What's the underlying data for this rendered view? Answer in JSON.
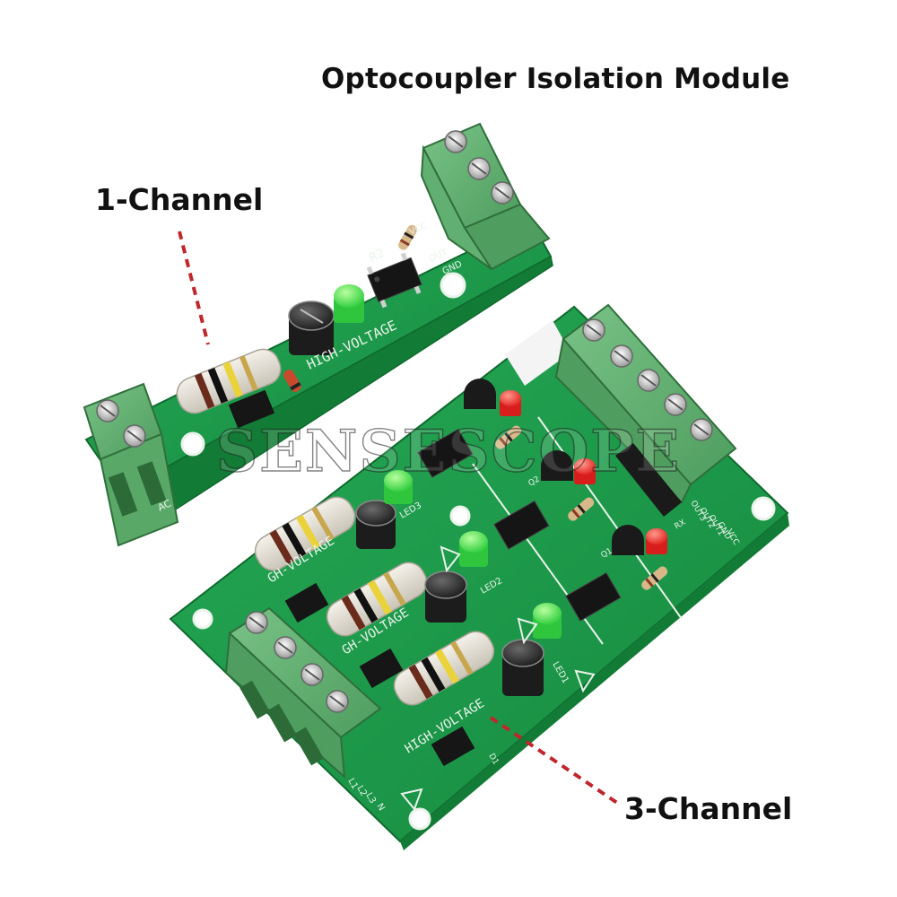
{
  "title": "Optocoupler Isolation Module",
  "labels": {
    "one_channel": "1-Channel",
    "three_channel": "3-Channel"
  },
  "watermark": "SENSESCOPE",
  "silkscreen": {
    "small_board": {
      "warning": "HIGH-VOLTAGE",
      "r2": "R2",
      "out": "OUT",
      "gnd": "GND",
      "vcc": "VCC",
      "ac": "AC"
    },
    "large_board": {
      "warnings": [
        "GH-VOLTAGE",
        "GH-VOLTAGE",
        "HIGH-VOLTAGE"
      ],
      "leds": [
        "LED3",
        "LED2",
        "LED1"
      ],
      "q": [
        "Q2",
        "Q1"
      ],
      "d1": "D1",
      "rx": "RX",
      "pins": [
        "OUT3",
        "OUT2",
        "OUT1",
        "GND",
        "VCC"
      ],
      "ac_pins": [
        "L1",
        "L2",
        "L3",
        "N"
      ]
    }
  },
  "colors": {
    "pcb": "#1f9a4c",
    "pcb_dark": "#147a38",
    "terminal": "#5fae6e",
    "terminal_dark": "#3f8a4f",
    "silkscreen": "#e9f3ea",
    "label_text": "#111111",
    "arrow": "#c0262c"
  }
}
